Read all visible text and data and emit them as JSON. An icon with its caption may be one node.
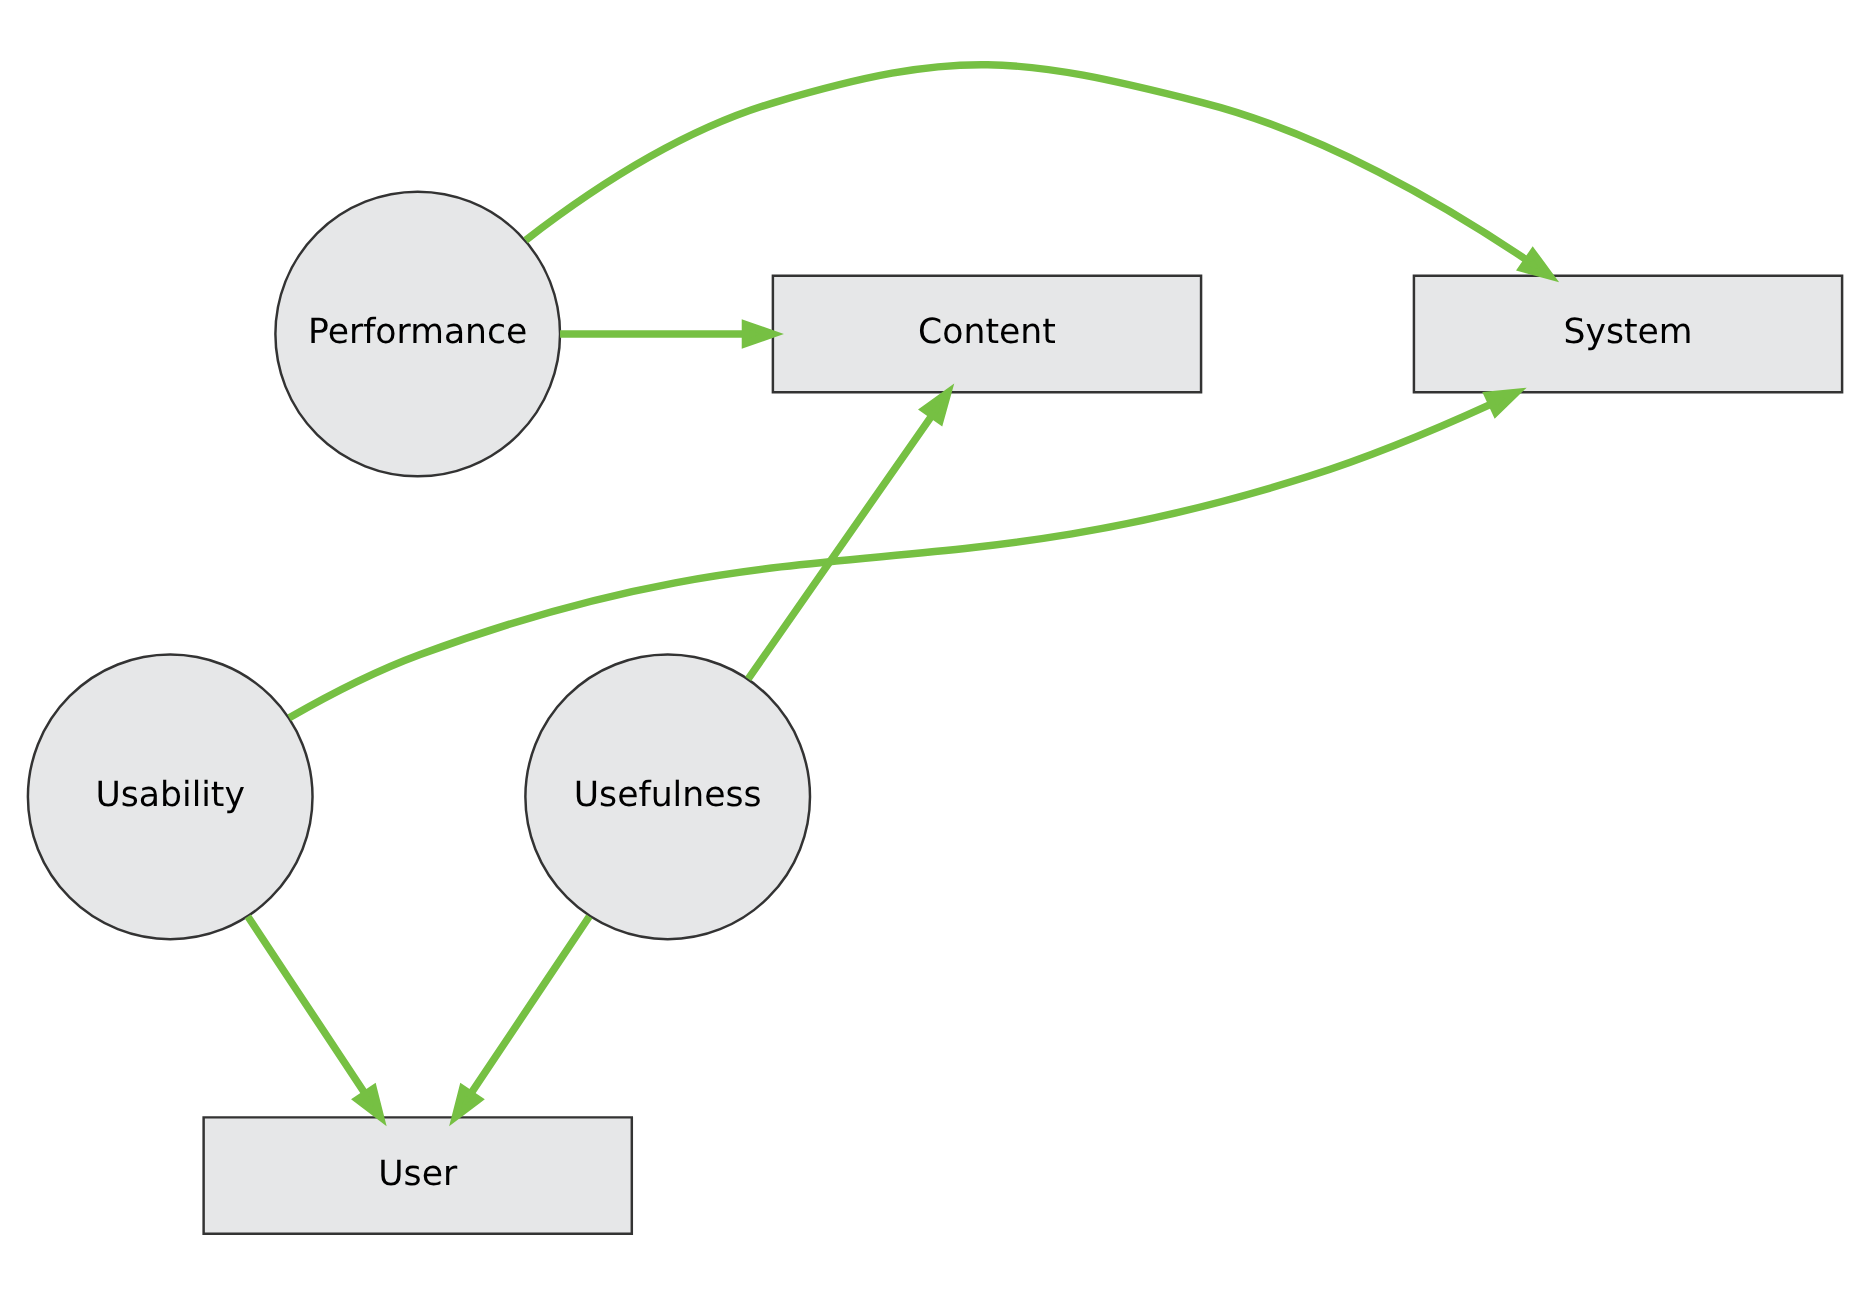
{
  "diagram": {
    "nodes": [
      {
        "text": [
          "System"
        ]
      },
      {
        "text": [
          "Performance"
        ]
      },
      {
        "text": [
          "Content"
        ]
      },
      {
        "text": [
          "Usability"
        ]
      },
      {
        "text": [
          "Usefulness"
        ]
      },
      {
        "text": [
          "User"
        ]
      }
    ],
    "edges": [
      {
        "from": 1,
        "to": 0,
        "arrow": "to"
      },
      {
        "from": 1,
        "to": 2,
        "arrow": "to"
      },
      {
        "from": 3,
        "to": 0,
        "arrow": "to"
      },
      {
        "from": 4,
        "to": 2,
        "arrow": "to"
      },
      {
        "from": 3,
        "to": 5,
        "arrow": "to"
      },
      {
        "from": 4,
        "to": 5,
        "arrow": "to"
      }
    ]
  }
}
